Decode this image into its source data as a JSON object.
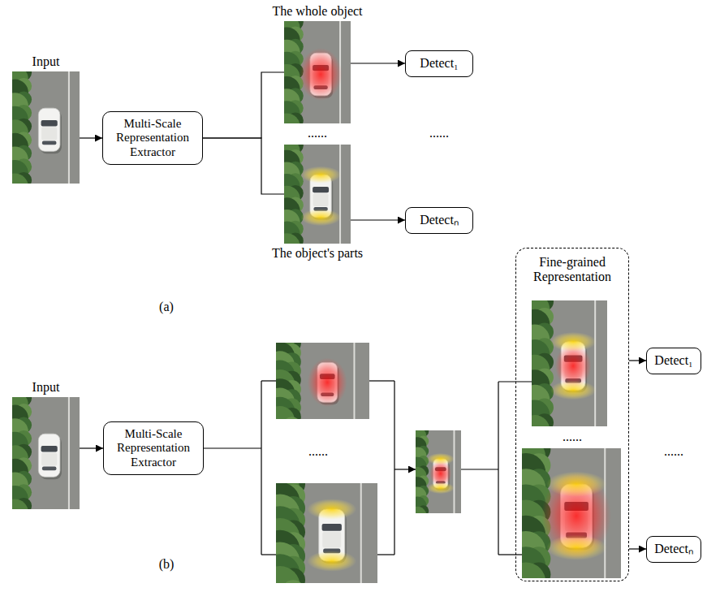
{
  "diagram": {
    "nodes": [
      {
        "text": [
          "Input"
        ]
      },
      {
        "text": [
          "Multi-Scale Representation Extractor"
        ]
      },
      {
        "text": [
          "The whole object"
        ]
      },
      {
        "text": [
          "The object's parts"
        ]
      },
      {
        "text": [
          "Detect₁"
        ]
      },
      {
        "text": [
          "Detectₙ"
        ]
      },
      {
        "text": [
          "Input"
        ]
      },
      {
        "text": [
          "Multi-Scale Representation Extractor"
        ]
      },
      {
        "text": [
          "Fine-grained Representation"
        ]
      },
      {
        "text": [
          "Detect₁"
        ]
      },
      {
        "text": [
          "Detectₙ"
        ]
      }
    ],
    "edges": [
      {
        "from": 0,
        "to": 1,
        "arrow": "to"
      },
      {
        "from": 1,
        "to": 2,
        "arrow": "none"
      },
      {
        "from": 1,
        "to": 3,
        "arrow": "none"
      },
      {
        "from": 2,
        "to": 4,
        "arrow": "to"
      },
      {
        "from": 3,
        "to": 5,
        "arrow": "to"
      },
      {
        "from": 6,
        "to": 7,
        "arrow": "to"
      },
      {
        "from": 8,
        "to": 9,
        "arrow": "to"
      },
      {
        "from": 8,
        "to": 10,
        "arrow": "to"
      }
    ],
    "labels": [
      "......",
      "......",
      "(a)",
      "......",
      "......",
      "......",
      "(b)"
    ]
  }
}
